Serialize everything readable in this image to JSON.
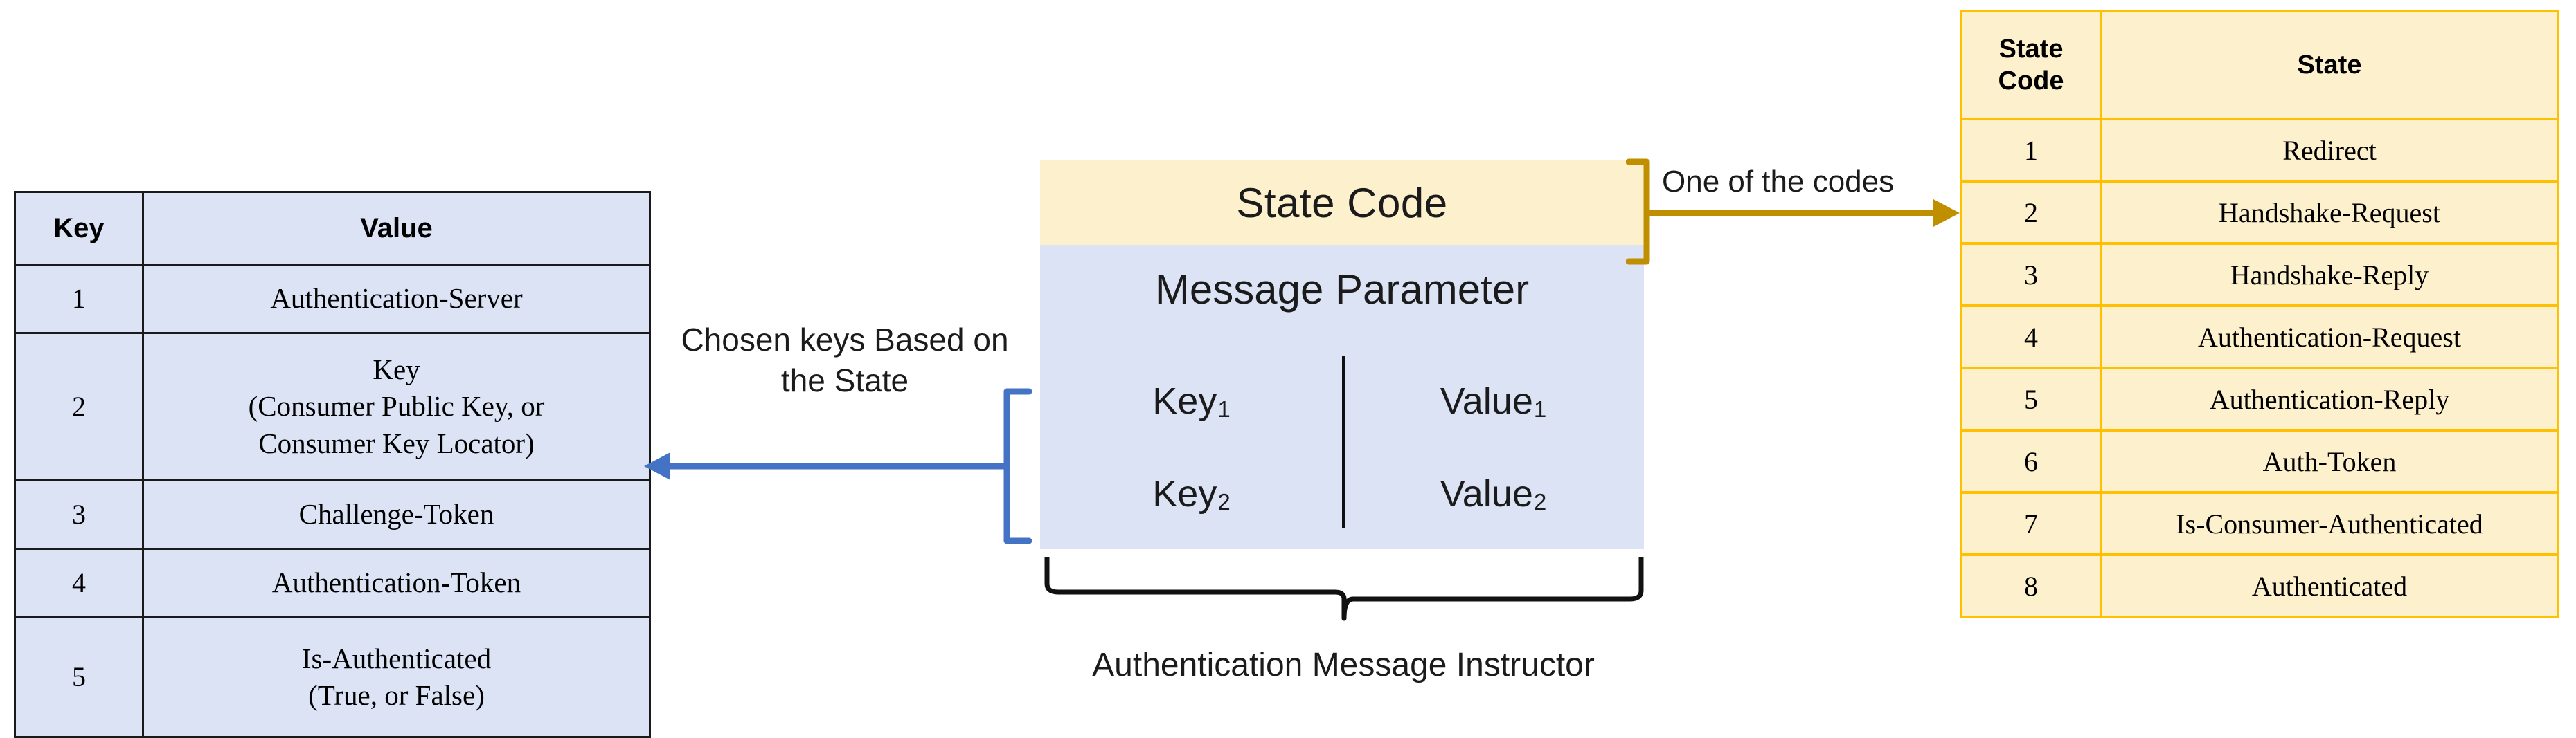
{
  "diagram": {
    "title": "Authentication Message Instructor structure",
    "colors": {
      "blue_fill": "#DCE3F5",
      "yellow_fill": "#FDF0CD",
      "yellow_border": "#FFC000",
      "blue_arrow": "#4472C4",
      "gold_arrow": "#BF8F00",
      "black_border": "#1a1a1a"
    }
  },
  "left_table": {
    "headers": [
      "Key",
      "Value"
    ],
    "rows": [
      {
        "key": "1",
        "value": "Authentication-Server"
      },
      {
        "key": "2",
        "value_line1": "Key",
        "value_line2": "(Consumer Public Key, or",
        "value_line3": "Consumer Key Locator)"
      },
      {
        "key": "3",
        "value": "Challenge-Token"
      },
      {
        "key": "4",
        "value": "Authentication-Token"
      },
      {
        "key": "5",
        "value_line1": "Is-Authenticated",
        "value_line2": "(True, or False)"
      }
    ]
  },
  "center": {
    "state_code_label": "State Code",
    "message_parameter_label": "Message Parameter",
    "kv_rows": [
      {
        "key_base": "Key",
        "key_sub": "1",
        "value_base": "Value",
        "value_sub": "1"
      },
      {
        "key_base": "Key",
        "key_sub": "2",
        "value_base": "Value",
        "value_sub": "2"
      }
    ],
    "brace_caption": "Authentication Message Instructor"
  },
  "annotations": {
    "chosen_keys_line1": "Chosen keys Based on",
    "chosen_keys_line2": "the State",
    "one_of_the_codes": "One of the codes"
  },
  "right_table": {
    "headers": [
      "State\nCode",
      "State"
    ],
    "header_code_line1": "State",
    "header_code_line2": "Code",
    "header_state": "State",
    "rows": [
      {
        "code": "1",
        "state": "Redirect"
      },
      {
        "code": "2",
        "state": "Handshake-Request"
      },
      {
        "code": "3",
        "state": "Handshake-Reply"
      },
      {
        "code": "4",
        "state": "Authentication-Request"
      },
      {
        "code": "5",
        "state": "Authentication-Reply"
      },
      {
        "code": "6",
        "state": "Auth-Token"
      },
      {
        "code": "7",
        "state": "Is-Consumer-Authenticated"
      },
      {
        "code": "8",
        "state": "Authenticated"
      }
    ]
  }
}
